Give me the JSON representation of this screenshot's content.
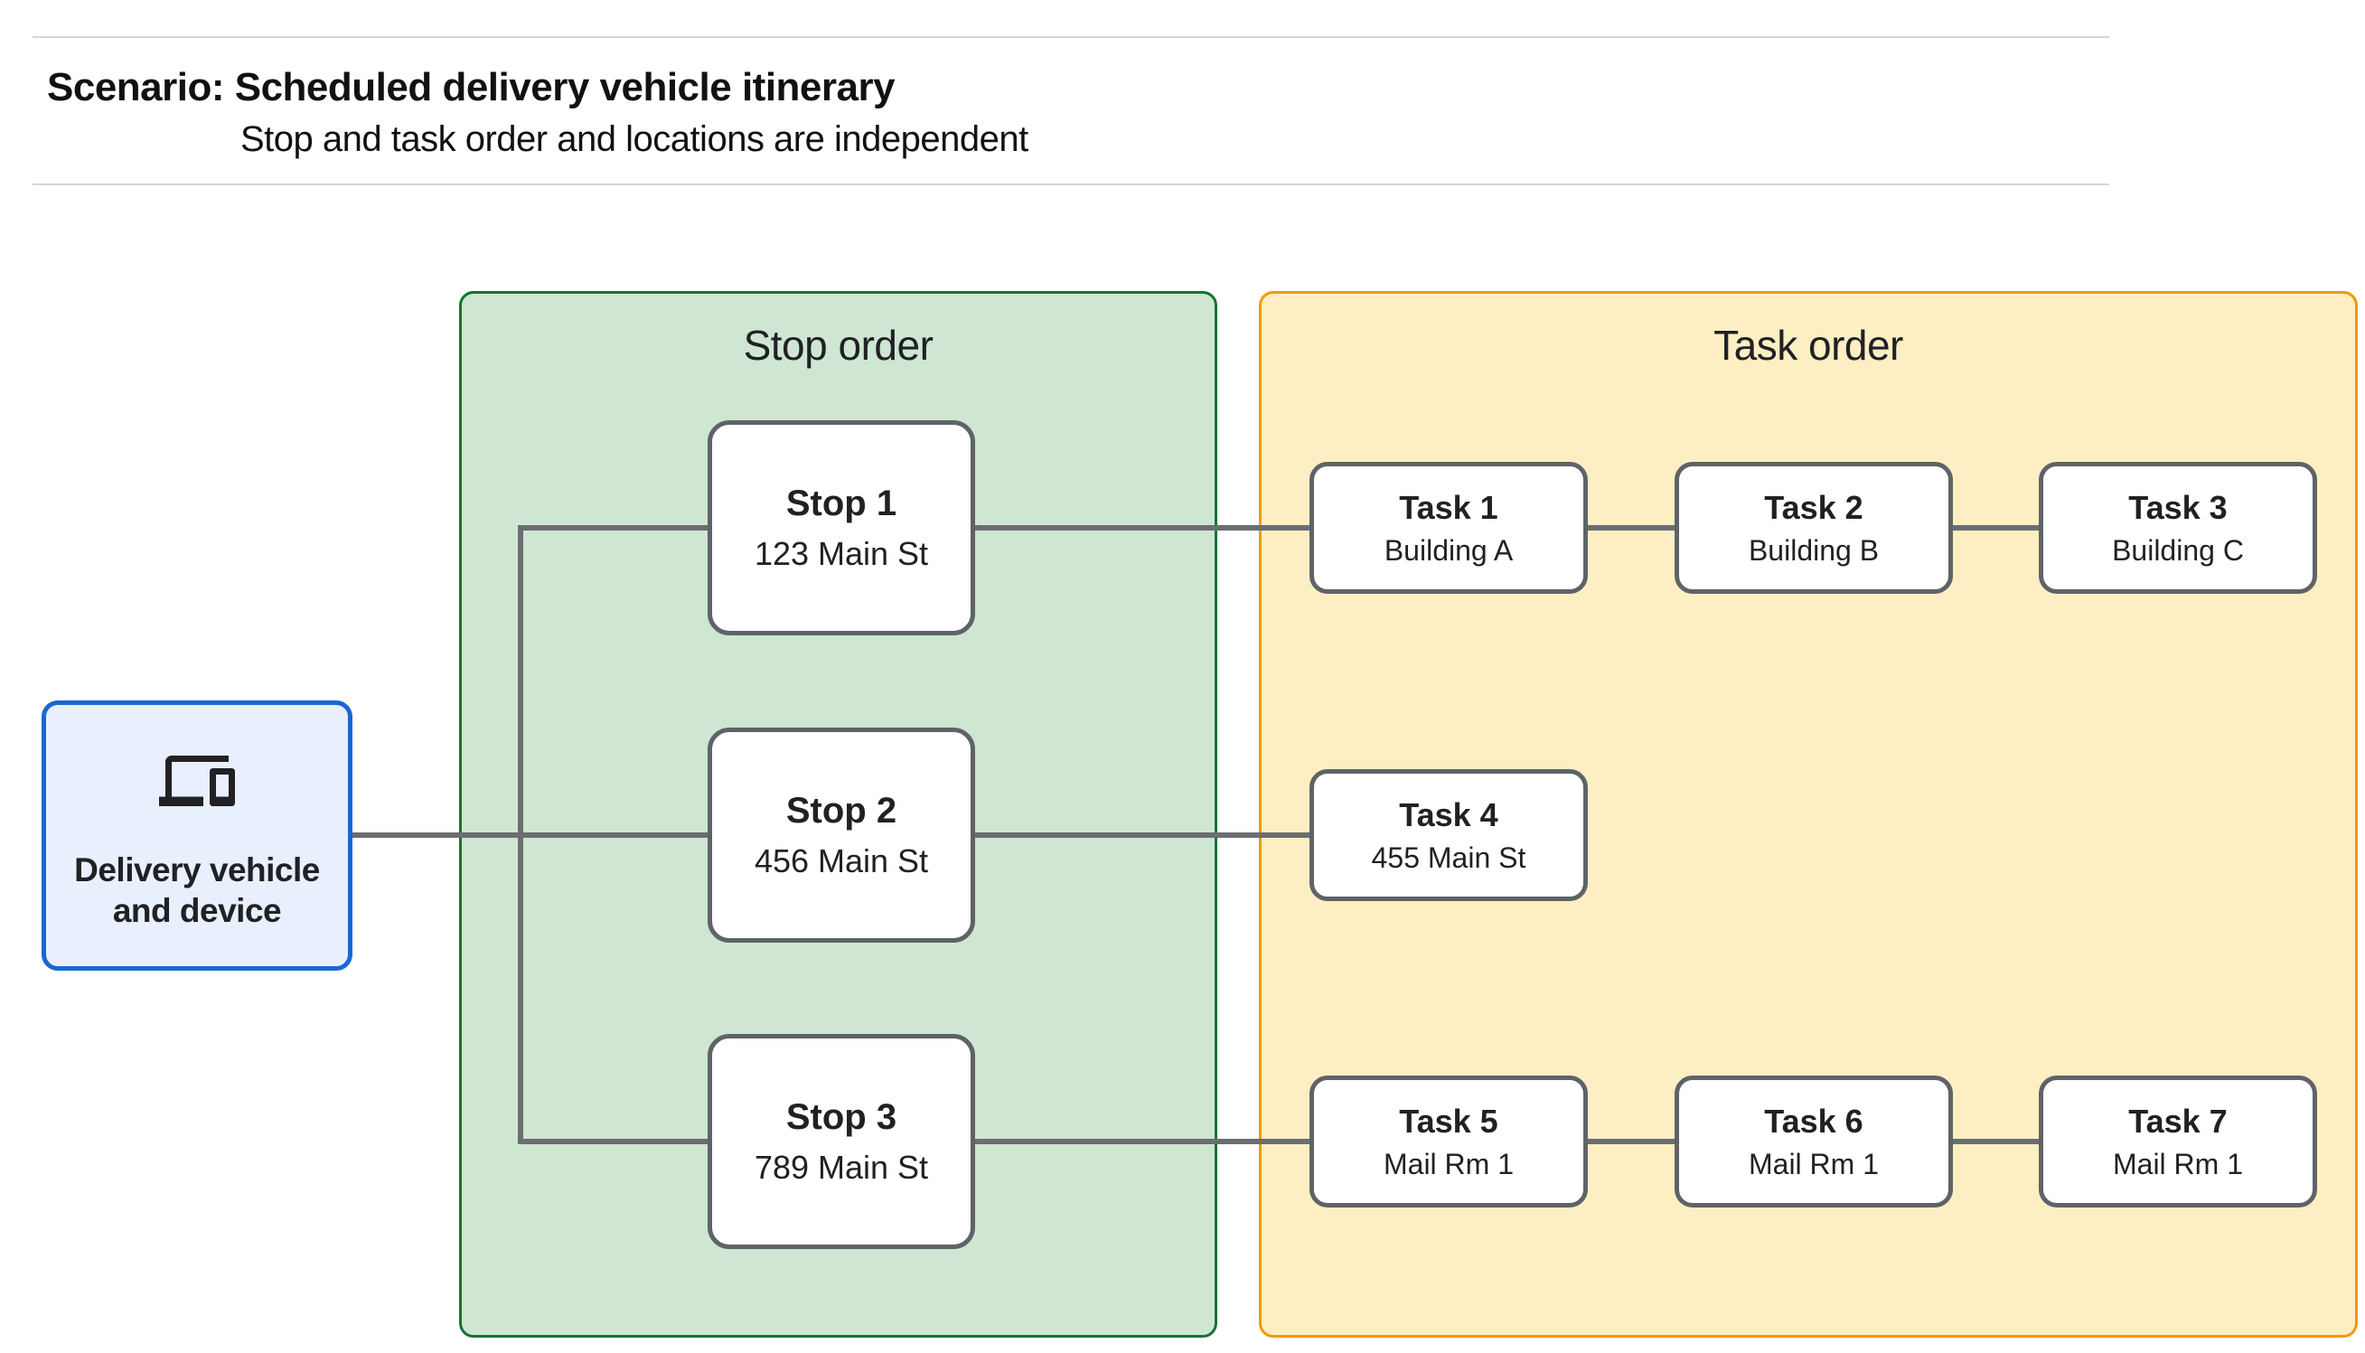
{
  "header": {
    "title": "Scenario: Scheduled delivery vehicle itinerary",
    "subtitle": "Stop and task order and locations are independent"
  },
  "vehicle": {
    "icon": "devices-icon",
    "label_line1": "Delivery vehicle",
    "label_line2": "and device"
  },
  "panels": {
    "stop_order": {
      "title": "Stop order",
      "fill": "#cfe6d3",
      "border": "#137333"
    },
    "task_order": {
      "title": "Task order",
      "fill": "#fdefc3",
      "border": "#f29900"
    }
  },
  "stops": [
    {
      "title": "Stop 1",
      "subtitle": "123 Main St"
    },
    {
      "title": "Stop 2",
      "subtitle": "456 Main St"
    },
    {
      "title": "Stop 3",
      "subtitle": "789 Main St"
    }
  ],
  "tasks": [
    {
      "title": "Task 1",
      "subtitle": "Building A"
    },
    {
      "title": "Task 2",
      "subtitle": "Building B"
    },
    {
      "title": "Task 3",
      "subtitle": "Building C"
    },
    {
      "title": "Task 4",
      "subtitle": "455 Main St"
    },
    {
      "title": "Task 5",
      "subtitle": "Mail Rm 1"
    },
    {
      "title": "Task 6",
      "subtitle": "Mail Rm 1"
    },
    {
      "title": "Task 7",
      "subtitle": "Mail Rm 1"
    }
  ],
  "colors": {
    "blue_border": "#1a67d2",
    "blue_fill": "#e8f0fe",
    "green_border": "#137333",
    "green_fill": "#cfe6d3",
    "orange_border": "#f29900",
    "yellow_fill": "#fdefc3",
    "node_border": "#5f6368",
    "connector": "#6b6e71"
  }
}
